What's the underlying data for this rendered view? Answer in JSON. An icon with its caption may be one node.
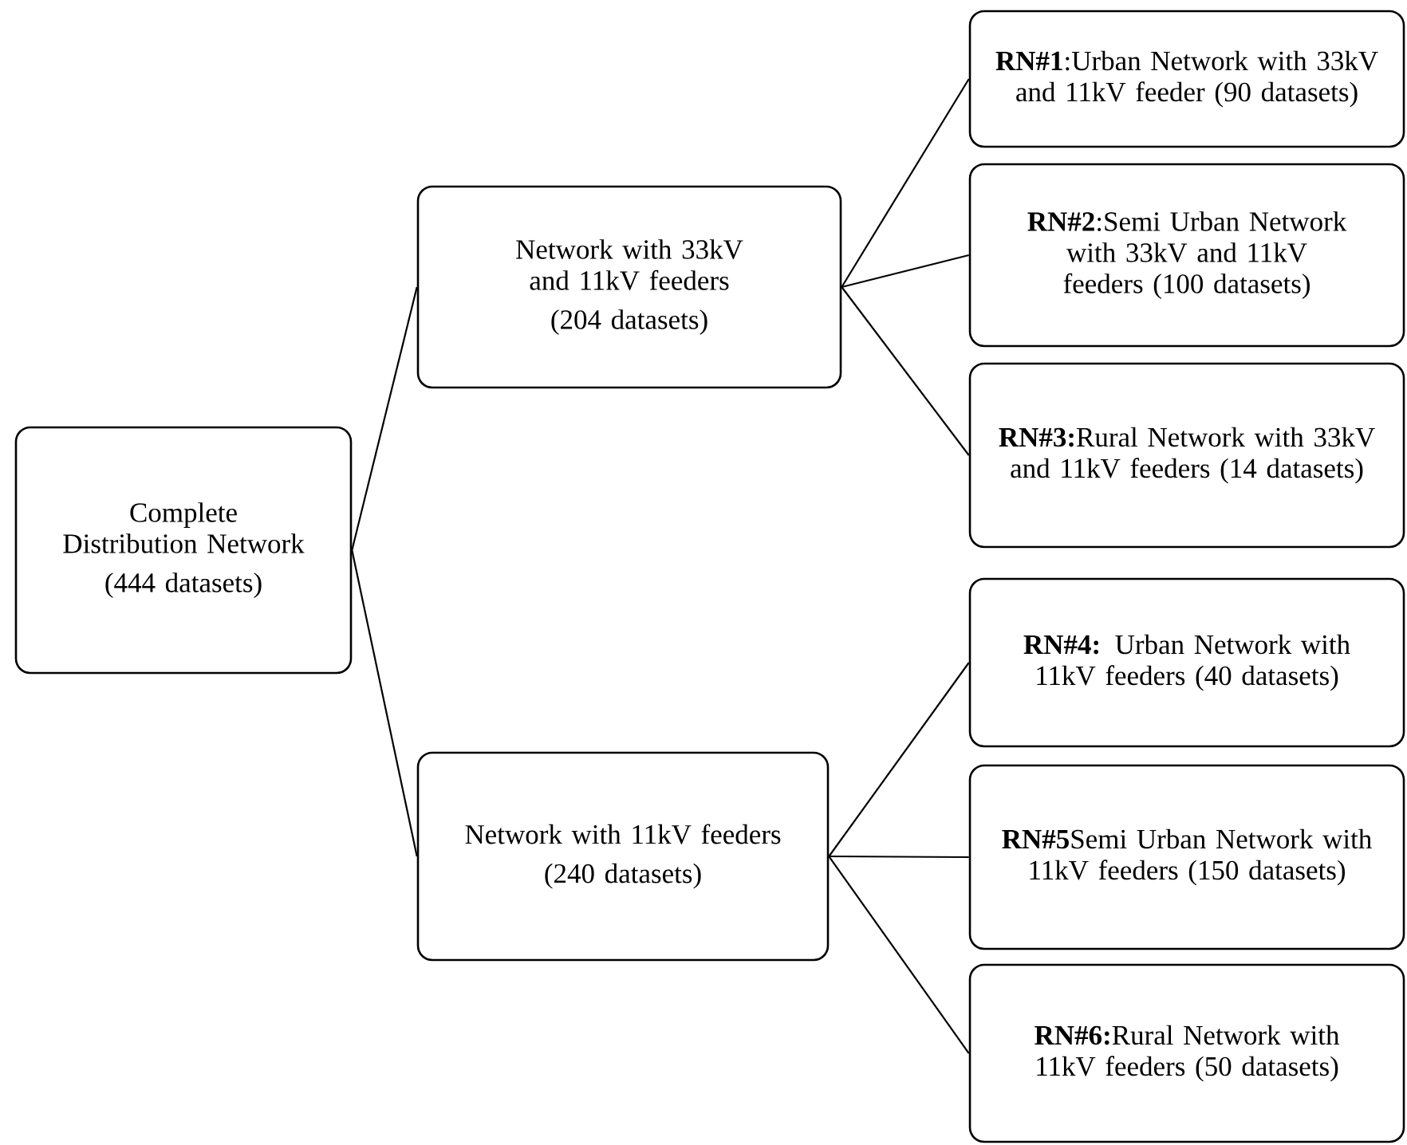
{
  "diagram": {
    "nodes": [
      {
        "text": [
          "Complete Distribution Network",
          "(444 datasets)"
        ]
      },
      {
        "text": [
          "Network with 33kV and 11kV feeders",
          "(204 datasets)"
        ]
      },
      {
        "text": [
          "Network with 11kV feeders",
          "(240 datasets)"
        ]
      },
      {
        "text": [
          "**RN#1**:Urban Network with 33kV and 11kV feeder (90 datasets)"
        ]
      },
      {
        "text": [
          "**RN#2**:Semi Urban Network with 33kV and 11kV feeders (100 datasets)"
        ]
      },
      {
        "text": [
          "**RN#3:**Rural Network with 33kV and 11kV feeders (14 datasets)"
        ]
      },
      {
        "text": [
          "**RN#4:** Urban Network with 11kV feeders (40 datasets)"
        ]
      },
      {
        "text": [
          "**RN#5**Semi Urban Network with 11kV feeders (150 datasets)"
        ]
      },
      {
        "text": [
          "**RN#6:**Rural Network with 11kV feeders (50 datasets)"
        ]
      }
    ],
    "edges": [
      {
        "from": 0,
        "to": 1,
        "arrow": "none"
      },
      {
        "from": 0,
        "to": 2,
        "arrow": "none"
      },
      {
        "from": 1,
        "to": 3,
        "arrow": "none"
      },
      {
        "from": 1,
        "to": 4,
        "arrow": "none"
      },
      {
        "from": 1,
        "to": 5,
        "arrow": "none"
      },
      {
        "from": 2,
        "to": 6,
        "arrow": "none"
      },
      {
        "from": 2,
        "to": 7,
        "arrow": "none"
      },
      {
        "from": 2,
        "to": 8,
        "arrow": "none"
      }
    ]
  }
}
